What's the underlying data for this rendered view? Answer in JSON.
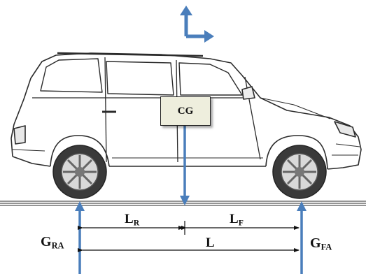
{
  "labels": {
    "cg": "CG",
    "rear_axle_load": {
      "main": "G",
      "sub": "RA"
    },
    "front_axle_load": {
      "main": "G",
      "sub": "FA"
    },
    "rear_distance": {
      "main": "L",
      "sub": "R"
    },
    "front_distance": {
      "main": "L",
      "sub": "F"
    },
    "wheelbase": "L"
  },
  "colors": {
    "force_arrow": "#4a7ebb",
    "outline": "#2b2b2b",
    "ground": "#555555",
    "cg_box_fill": "#eeeedd"
  },
  "icons": [
    "coordinate-axes-icon",
    "vehicle-side-view"
  ]
}
